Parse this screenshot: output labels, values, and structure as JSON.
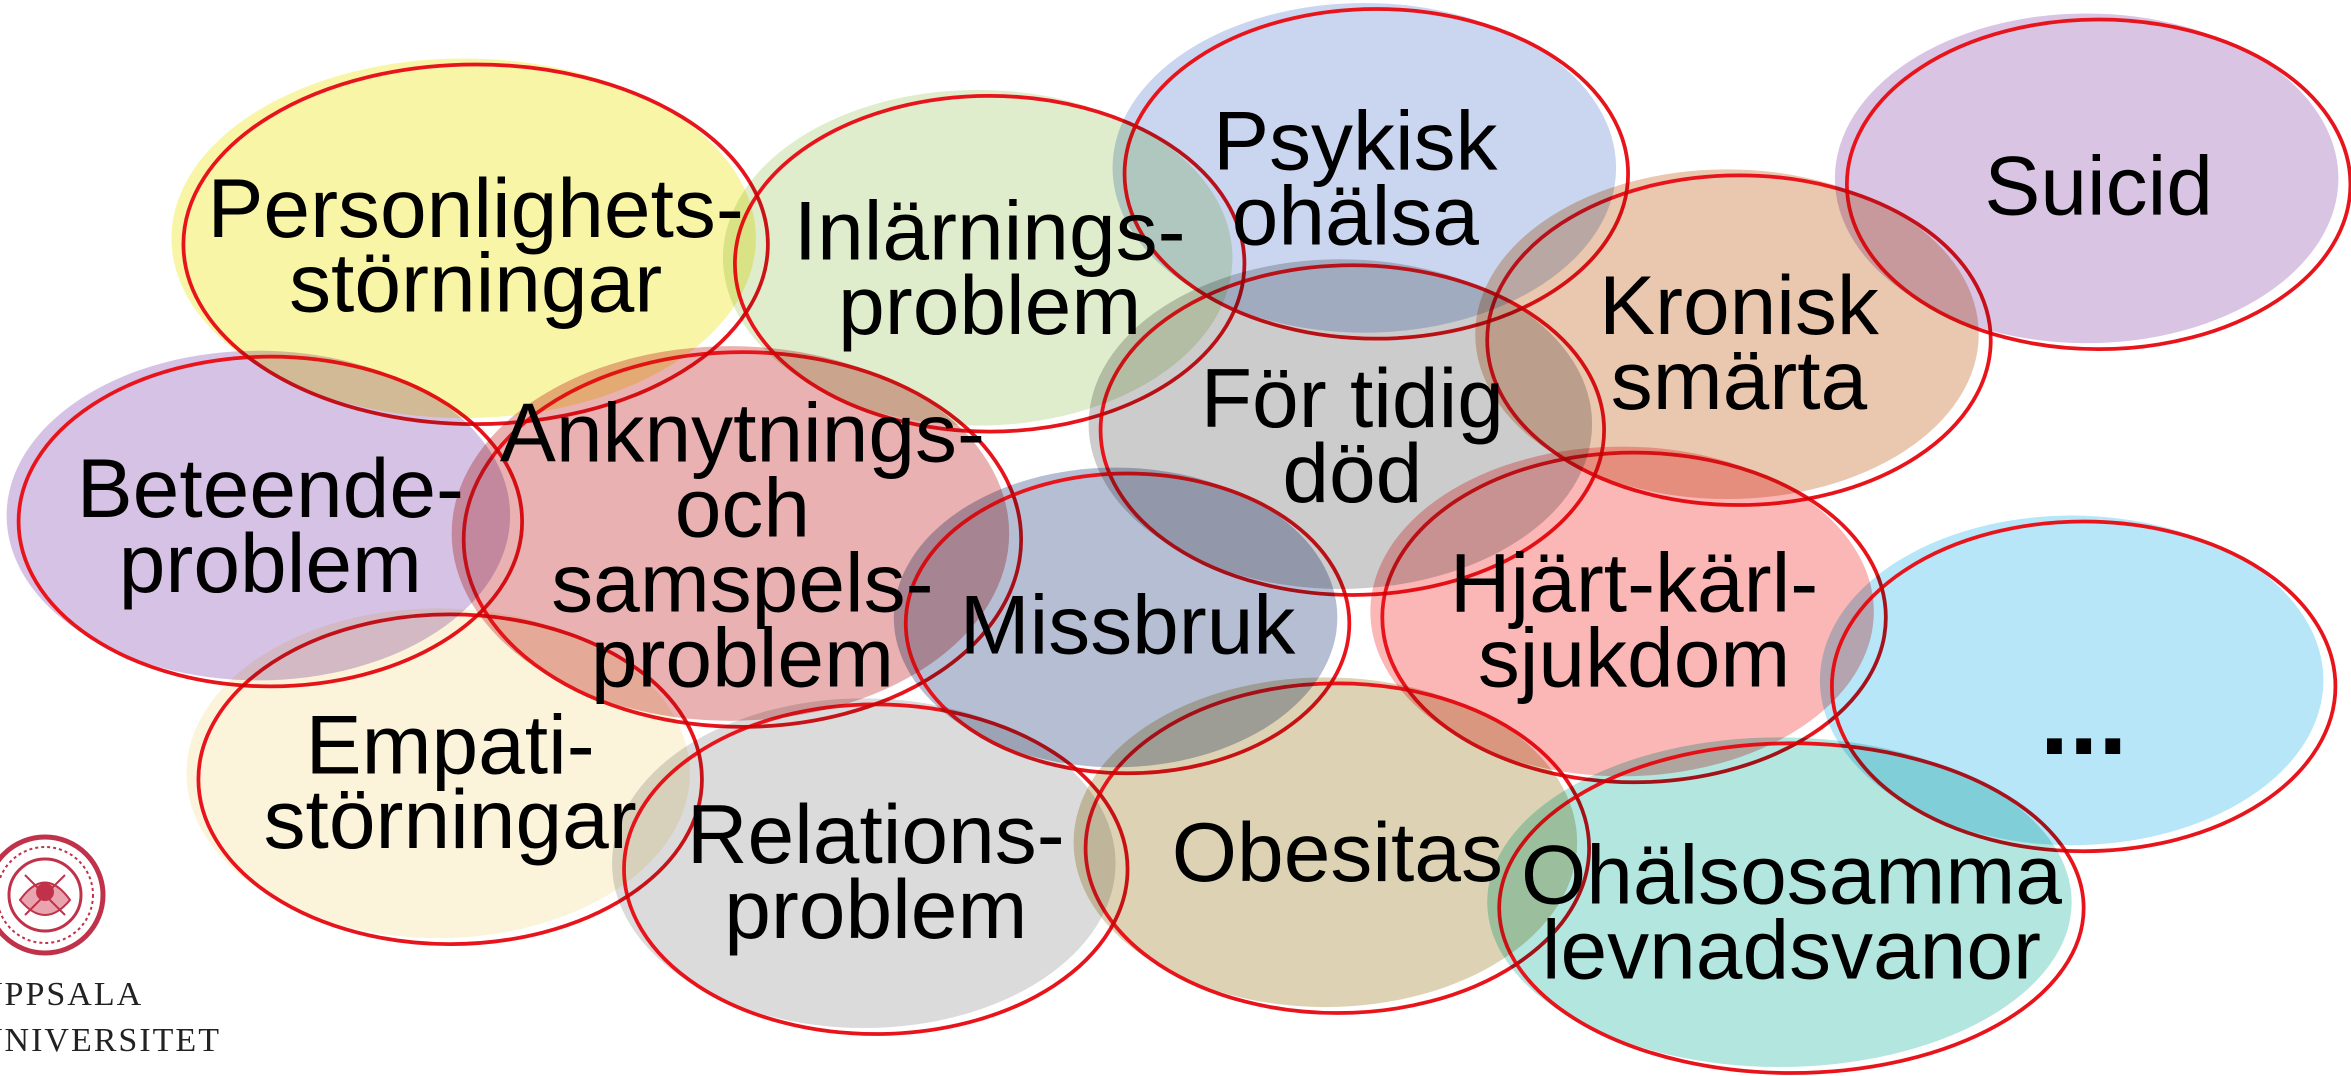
{
  "diagram": {
    "bubbles": [
      {
        "id": "personlighet",
        "lines": [
          "Personlighets-",
          "störningar"
        ],
        "fill": "#f8f4a0"
      },
      {
        "id": "inlarning",
        "lines": [
          "Inlärnings-",
          "problem"
        ],
        "fill": "#dcebc8"
      },
      {
        "id": "psykisk",
        "lines": [
          "Psykisk",
          "ohälsa"
        ],
        "fill": "#c5d3ee"
      },
      {
        "id": "suicid",
        "lines": [
          "Suicid"
        ],
        "fill": "#d6bfe2"
      },
      {
        "id": "kronisk",
        "lines": [
          "Kronisk",
          "smärta"
        ],
        "fill": "#e8c2a8"
      },
      {
        "id": "fortidig",
        "lines": [
          "För tidig",
          "död"
        ],
        "fill": "#c8c8c8"
      },
      {
        "id": "beteende",
        "lines": [
          "Beteende-",
          "problem"
        ],
        "fill": "#d2bde2"
      },
      {
        "id": "anknytning",
        "lines": [
          "Anknytnings-",
          "och",
          "samspels-",
          "problem"
        ],
        "fill": "#e7aaaa"
      },
      {
        "id": "missbruk",
        "lines": [
          "Missbruk"
        ],
        "fill": "#b0b8cf"
      },
      {
        "id": "hjart",
        "lines": [
          "Hjärt-kärl-",
          "sjukdom"
        ],
        "fill": "#fbb0b0"
      },
      {
        "id": "ellipsis",
        "lines": [
          "..."
        ],
        "fill": "#b0e4f6"
      },
      {
        "id": "empati",
        "lines": [
          "Empati-",
          "störningar"
        ],
        "fill": "#fbf3d8"
      },
      {
        "id": "relation",
        "lines": [
          "Relations-",
          "problem"
        ],
        "fill": "#d8d8d8"
      },
      {
        "id": "obesitas",
        "lines": [
          "Obesitas"
        ],
        "fill": "#dacfae"
      },
      {
        "id": "ohalsosamma",
        "lines": [
          "Ohälsosamma",
          "levnadsvanor"
        ],
        "fill": "#ade4dc"
      }
    ],
    "outline_color": "#e8141b"
  },
  "logo": {
    "lines": [
      "UPPSALA",
      "UNIVERSITET"
    ],
    "color": "#c0324a"
  }
}
